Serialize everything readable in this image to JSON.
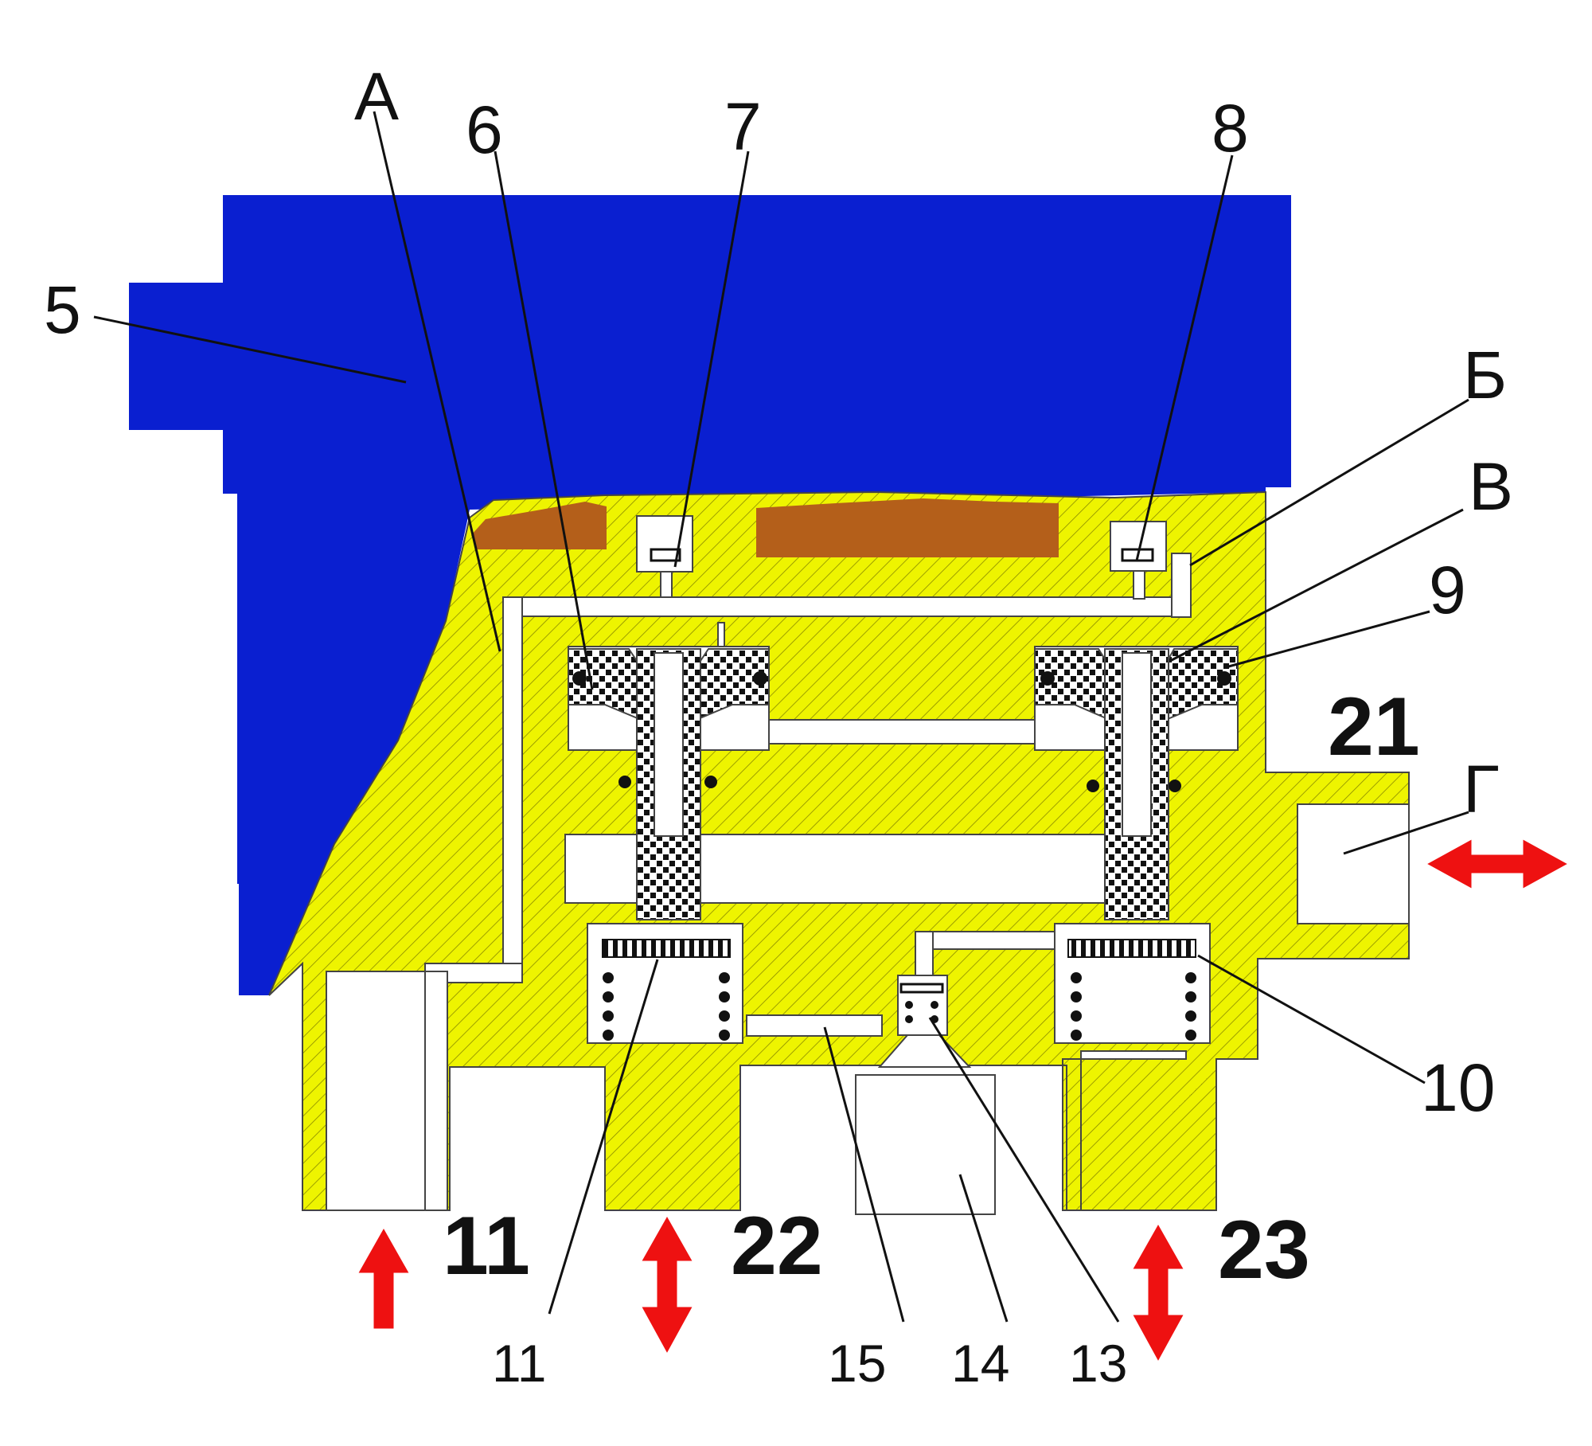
{
  "labels": {
    "A": "А",
    "B": "Б",
    "V": "В",
    "G": "Г",
    "n5": "5",
    "n6": "6",
    "n7": "7",
    "n8": "8",
    "n9": "9",
    "n10": "10",
    "n11": "11",
    "n13": "13",
    "n14": "14",
    "n15": "15"
  },
  "ports": {
    "p11": "11",
    "p21": "21",
    "p22": "22",
    "p23": "23"
  },
  "colors": {
    "cover": "#0a1fd0",
    "body": "#eef400",
    "hatch": "#8a8a00",
    "rubber": "#b45f1a",
    "arrow": "#ee1111",
    "text": "#111111"
  }
}
